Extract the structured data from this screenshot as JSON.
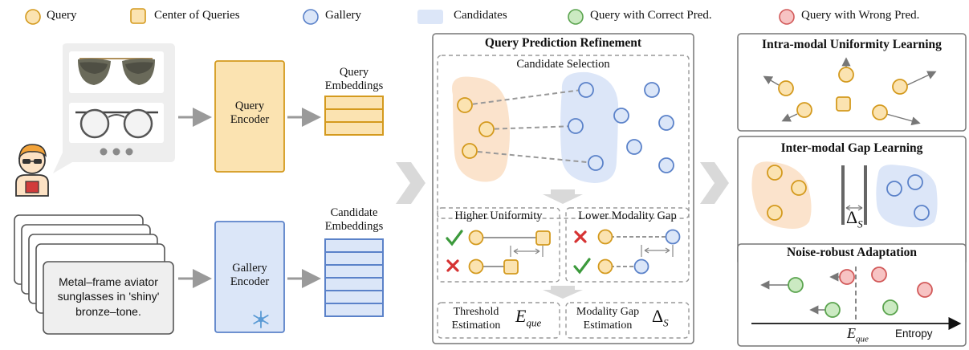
{
  "legend": {
    "query": "Query",
    "center": "Center of Queries",
    "gallery": "Gallery",
    "candidates": "Candidates",
    "correct": "Query with Correct Pred.",
    "wrong": "Query with Wrong Pred."
  },
  "left": {
    "query_encoder": [
      "Query",
      "Encoder"
    ],
    "gallery_encoder": [
      "Gallery",
      "Encoder"
    ],
    "query_embeddings": [
      "Query",
      "Embeddings"
    ],
    "candidate_embeddings": [
      "Candidate",
      "Embeddings"
    ],
    "caption": [
      "Metal–frame aviator",
      "sunglasses in 'shiny'",
      "bronze–tone."
    ]
  },
  "refinement": {
    "title": "Query Prediction Refinement",
    "candidate_selection": "Candidate Selection",
    "higher_uniformity": "Higher Uniformity",
    "lower_modality_gap": "Lower Modality Gap",
    "threshold": [
      "Threshold",
      "Estimation"
    ],
    "threshold_symbol": "E",
    "threshold_sub": "que",
    "gap": [
      "Modality Gap",
      "Estimation"
    ],
    "gap_symbol": "Δ",
    "gap_sub": "S"
  },
  "right": {
    "intra": "Intra-modal Uniformity Learning",
    "inter": "Inter-modal Gap Learning",
    "inter_symbol": "Δ",
    "inter_sub": "S",
    "noise": "Noise-robust Adaptation",
    "equ_symbol": "E",
    "equ_sub": "que",
    "entropy": "Entropy"
  },
  "colors": {
    "query_fill": "#fbe3b1",
    "query_stroke": "#d49a1e",
    "gallery_fill": "#dbe6f8",
    "gallery_stroke": "#5b82c9",
    "correct_fill": "#cbeac2",
    "correct_stroke": "#5ba44f",
    "wrong_fill": "#f7c3c3",
    "wrong_stroke": "#d25a5a",
    "query_region": "#fbe3cc",
    "gallery_region": "#dce6f8"
  }
}
